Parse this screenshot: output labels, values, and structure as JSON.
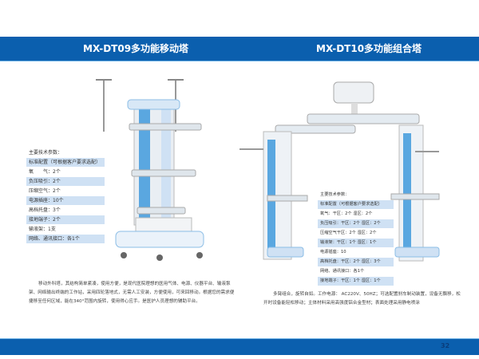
{
  "left": {
    "title": "MX-DT09多功能移动塔",
    "specs_heading": "主要技术参数：",
    "specs": [
      "标准配置（可根据客户要求选配）",
      "氧　　气：2个",
      "负压吸引：2个",
      "压缩空气：2个",
      "电源插座：10个",
      "高档托盘：3个",
      "接地端子：2个",
      "输液架：1支",
      "网络、通讯接口：各1个"
    ],
    "description": "移动外科塔，其结构简单紧凑，使用方便，是现代医院理想的医用气体、电源、仪器平台、输液泵架、网络输出终端的工作站，采用四轮落地式，无需人工安装，方便使用，可来回移动。根据您的需求便捷移至任何区域，能在340°范围内旋转，使用得心应手。是医护人员理想的辅助平台。"
  },
  "right": {
    "title": "MX-DT10多功能组合塔",
    "specs_heading": "主要技术参数：",
    "specs": [
      "标准配置（可根据客户要求选配）",
      "氧气：干区：2个  湿区：2个",
      "负压吸引：干区：2个  湿区：2个",
      "压缩空气干区：2个  湿区：2个",
      "输液架：干区：1个  湿区：1个",
      "电源插座：10",
      "高档托盘：干区：2个  湿区：3个",
      "网络、通讯接口：各1个",
      "接地端子：干区：1个  湿区：1个"
    ],
    "description": "多臂组合，旋转自如。工作电源： AC220V、50HZ；可选配置刹车制动装置，设备无飘移，松开时设备能轻松移动；主体材料采用高强度铝合金型材；表面处理采用静电喷涂"
  },
  "page_number": "32",
  "colors": {
    "brand": "#0b5fae",
    "highlight": "#cfe1f4"
  }
}
